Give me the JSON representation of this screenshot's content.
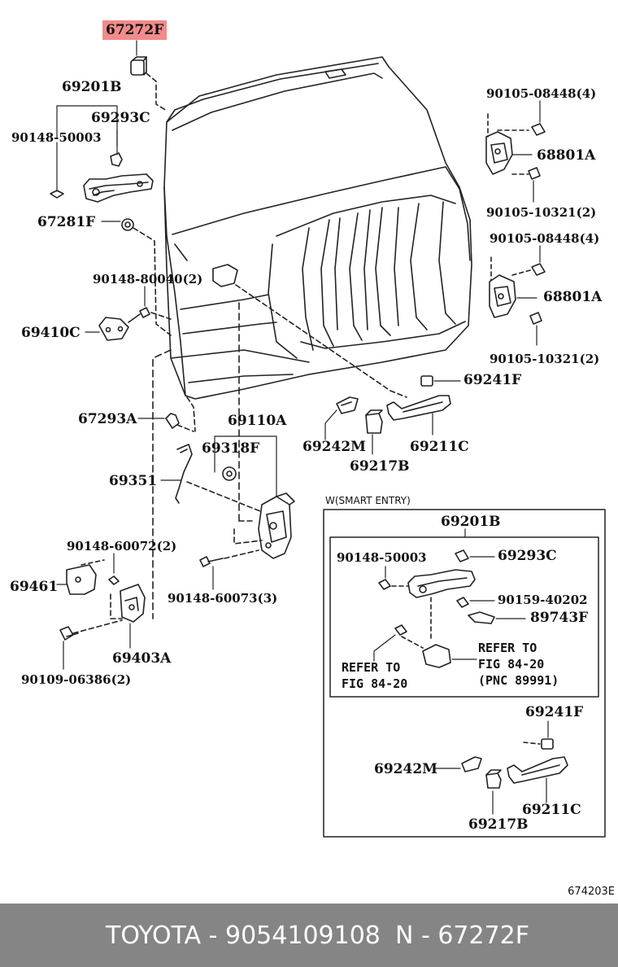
{
  "labels": {
    "p67272F": "67272F",
    "p69201B_top": "69201B",
    "p69293C_top": "69293C",
    "p90148_50003_top": "90148-50003",
    "p67281F": "67281F",
    "p90148_80040": "90148-80040(2)",
    "p69410C": "69410C",
    "p67293A": "67293A",
    "p69351": "69351",
    "p69110A": "69110A",
    "p69318F": "69318F",
    "p90148_60072": "90148-60072(2)",
    "p69461": "69461",
    "p90148_60073": "90148-60073(3)",
    "p69403A": "69403A",
    "p90109_06386": "90109-06386(2)",
    "p90105_08448_a": "90105-08448(4)",
    "p68801A_a": "68801A",
    "p90105_10321_a": "90105-10321(2)",
    "p90105_08448_b": "90105-08448(4)",
    "p68801A_b": "68801A",
    "p90105_10321_b": "90105-10321(2)",
    "p69241F_top": "69241F",
    "p69242M_top": "69242M",
    "p69211C_top": "69211C",
    "p69217B_top": "69217B",
    "p69201B_box": "69201B",
    "p90148_50003_box": "90148-50003",
    "p69293C_box": "69293C",
    "p90159_40202": "90159-40202",
    "p89743F": "89743F",
    "refer1": "REFER TO\nFIG 84-20",
    "refer2": "REFER TO\nFIG 84-20\n(PNC 89991)",
    "p69241F_box": "69241F",
    "p69242M_box": "69242M",
    "p69211C_box": "69211C",
    "p69217B_box": "69217B"
  },
  "smart_entry_title": "W(SMART ENTRY)",
  "figure_code": "674203E",
  "footer": {
    "brand_part": "TOYOTA - 9054109108",
    "pnc": "N - 67272F"
  },
  "colors": {
    "highlight": "#f28b8b",
    "footer_bg": "#858585",
    "footer_text": "#ffffff"
  }
}
